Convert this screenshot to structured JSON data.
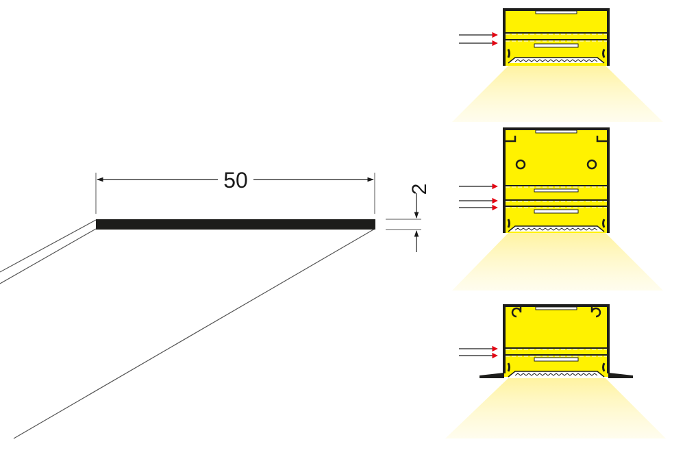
{
  "colors": {
    "background": "#ffffff",
    "profile": "#1d1d1b",
    "led_yellow": "#fff200",
    "light_beam": "#fff6a8",
    "arrow_red": "#e30613",
    "line": "#333333"
  },
  "strip": {
    "width_label": "50",
    "thickness_label": "2"
  },
  "profiles": [
    {
      "id": "profile-top",
      "arrow_count": 2
    },
    {
      "id": "profile-middle",
      "arrow_count": 3
    },
    {
      "id": "profile-bottom",
      "arrow_count": 2,
      "flange": true
    }
  ],
  "icons": [
    "arrow-icon",
    "led-profile-icon",
    "light-beam-icon"
  ]
}
